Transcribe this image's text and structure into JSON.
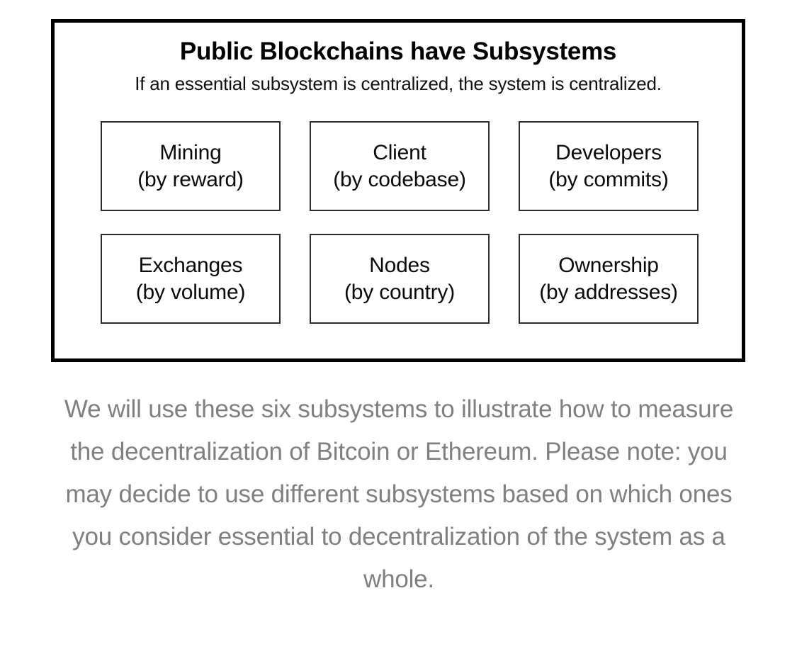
{
  "diagram": {
    "title": "Public Blockchains have Subsystems",
    "subtitle": "If an essential subsystem is centralized, the system is centralized.",
    "boxes": [
      {
        "name": "Mining",
        "metric": "(by reward)"
      },
      {
        "name": "Client",
        "metric": "(by codebase)"
      },
      {
        "name": "Developers",
        "metric": "(by commits)"
      },
      {
        "name": "Exchanges",
        "metric": "(by volume)"
      },
      {
        "name": "Nodes",
        "metric": "(by country)"
      },
      {
        "name": "Ownership",
        "metric": "(by addresses)"
      }
    ]
  },
  "caption": {
    "text": "We will use these six subsystems to illustrate how to measure the decentralization of Bitcoin or Ethereum. Please note: you may decide to use different subsystems based on which ones you consider essential to decentralization of the system as a whole."
  },
  "colors": {
    "background": "#ffffff",
    "frame_border": "#000000",
    "box_border": "#2b2b2b",
    "title_text": "#000000",
    "box_text": "#0a0a0a",
    "caption_text": "#808080"
  }
}
